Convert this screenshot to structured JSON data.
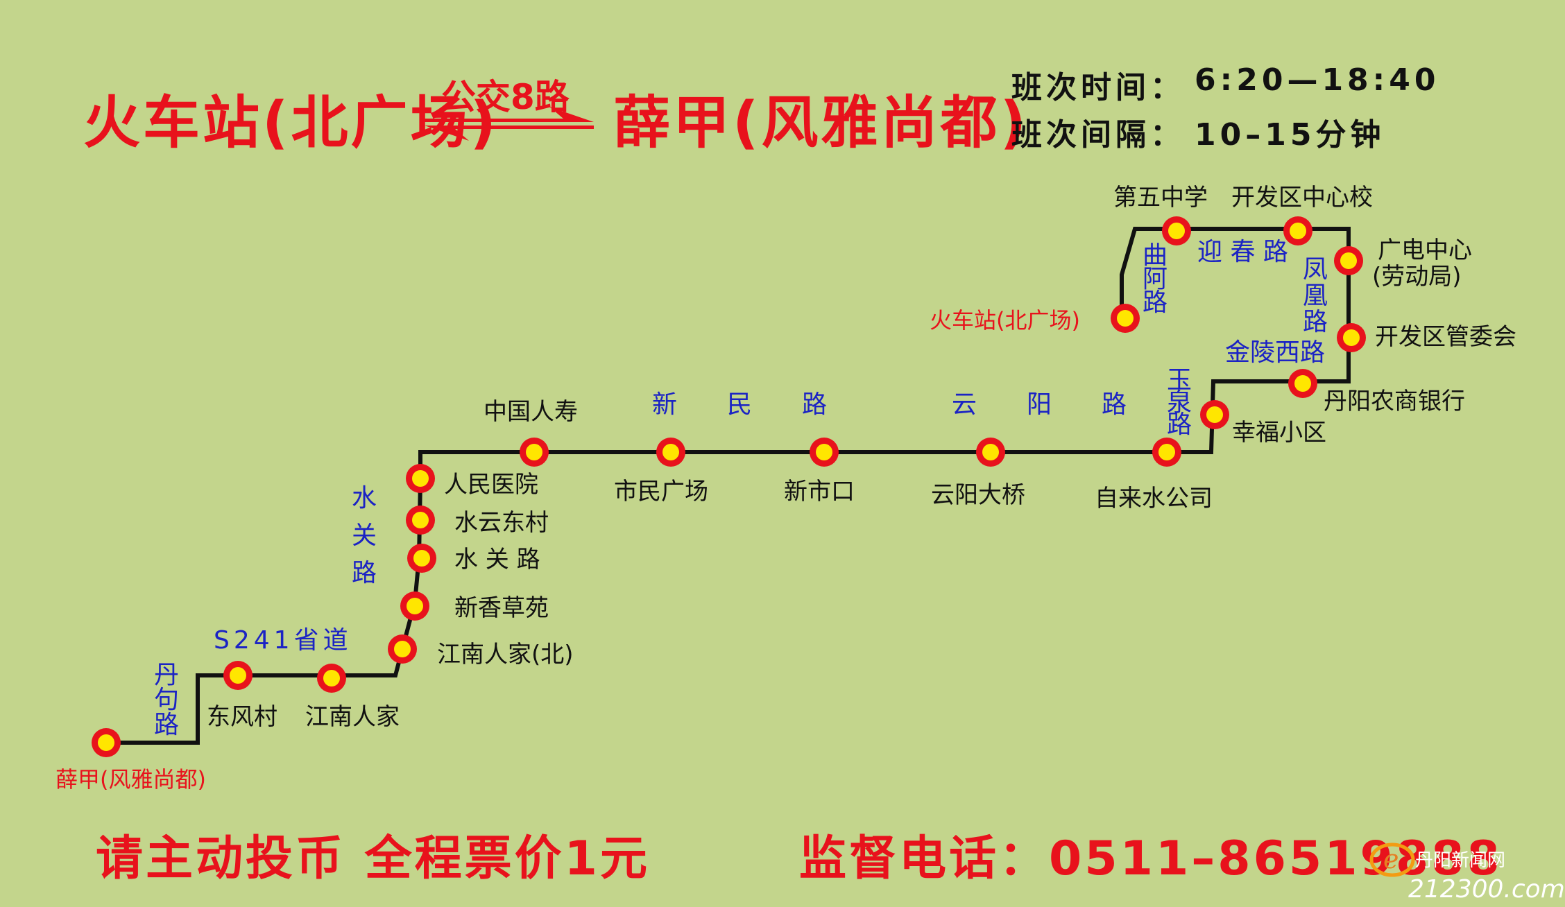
{
  "header": {
    "origin": "火车站(北广场)",
    "route_name": "公交8路",
    "destination": "薛甲(风雅尚都)",
    "schedule_label": "班次时间：",
    "schedule_value": "6:20—18:40",
    "interval_label": "班次间隔：",
    "interval_value": "10–15分钟"
  },
  "stops": [
    {
      "id": "xuejia",
      "name": "薛甲(风雅尚都)",
      "terminal": true
    },
    {
      "id": "dongfengcun",
      "name": "东风村"
    },
    {
      "id": "jiangnanrenjia",
      "name": "江南人家"
    },
    {
      "id": "jiangnanrenjia-bei",
      "name": "江南人家(北)"
    },
    {
      "id": "xinxiangcaoyuan",
      "name": "新香草苑"
    },
    {
      "id": "shuiguanlu",
      "name": "水 关 路"
    },
    {
      "id": "shuiyundongcun",
      "name": "水云东村"
    },
    {
      "id": "renminyiyuan",
      "name": "人民医院"
    },
    {
      "id": "zhongguorenshou",
      "name": "中国人寿"
    },
    {
      "id": "shiminguangchang",
      "name": "市民广场"
    },
    {
      "id": "xinshikou",
      "name": "新市口"
    },
    {
      "id": "yunyangdaqiao",
      "name": "云阳大桥"
    },
    {
      "id": "zilaishui",
      "name": "自来水公司"
    },
    {
      "id": "xingfuxiaoqu",
      "name": "幸福小区"
    },
    {
      "id": "danyangnongshang",
      "name": "丹阳农商银行"
    },
    {
      "id": "kaifaqu-guanweihui",
      "name": "开发区管委会"
    },
    {
      "id": "guangdian",
      "name": "广电中心",
      "name2": "(劳动局)"
    },
    {
      "id": "kaifaqu-zhongxinxiao",
      "name": "开发区中心校"
    },
    {
      "id": "diwuzhongxue",
      "name": "第五中学"
    },
    {
      "id": "huochezhan",
      "name": "火车站(北广场)",
      "terminal": true
    }
  ],
  "roads": [
    {
      "id": "danjulu",
      "name": "丹句路",
      "vertical": true
    },
    {
      "id": "s241",
      "name": "S241省道"
    },
    {
      "id": "shuiguanlu",
      "name": "水关路",
      "vertical": true
    },
    {
      "id": "xinminlu",
      "name": "新　　民　　路"
    },
    {
      "id": "yunyanglu",
      "name": "云　　阳　　路"
    },
    {
      "id": "yuquanlu",
      "name": "玉泉路",
      "vertical": true
    },
    {
      "id": "jinlingxilu",
      "name": "金陵西路"
    },
    {
      "id": "fenghuanglu",
      "name": "凤凰路",
      "vertical": true
    },
    {
      "id": "yingchunlu",
      "name": "迎 春 路"
    },
    {
      "id": "qualu",
      "name": "曲阿路",
      "vertical": true
    }
  ],
  "footer": {
    "fare": "请主动投币  全程票价1元",
    "hotline": "监督电话：0511–86519888"
  },
  "watermark": {
    "site": "丹阳新闻网",
    "domain": "212300.com",
    "letter": "e"
  },
  "colors": {
    "background": "#c3d58c",
    "title_red": "#e8121c",
    "route_line": "#111111",
    "stop_ring": "#e8121c",
    "stop_fill": "#ffe600",
    "road_label_blue": "#1b23c4"
  }
}
